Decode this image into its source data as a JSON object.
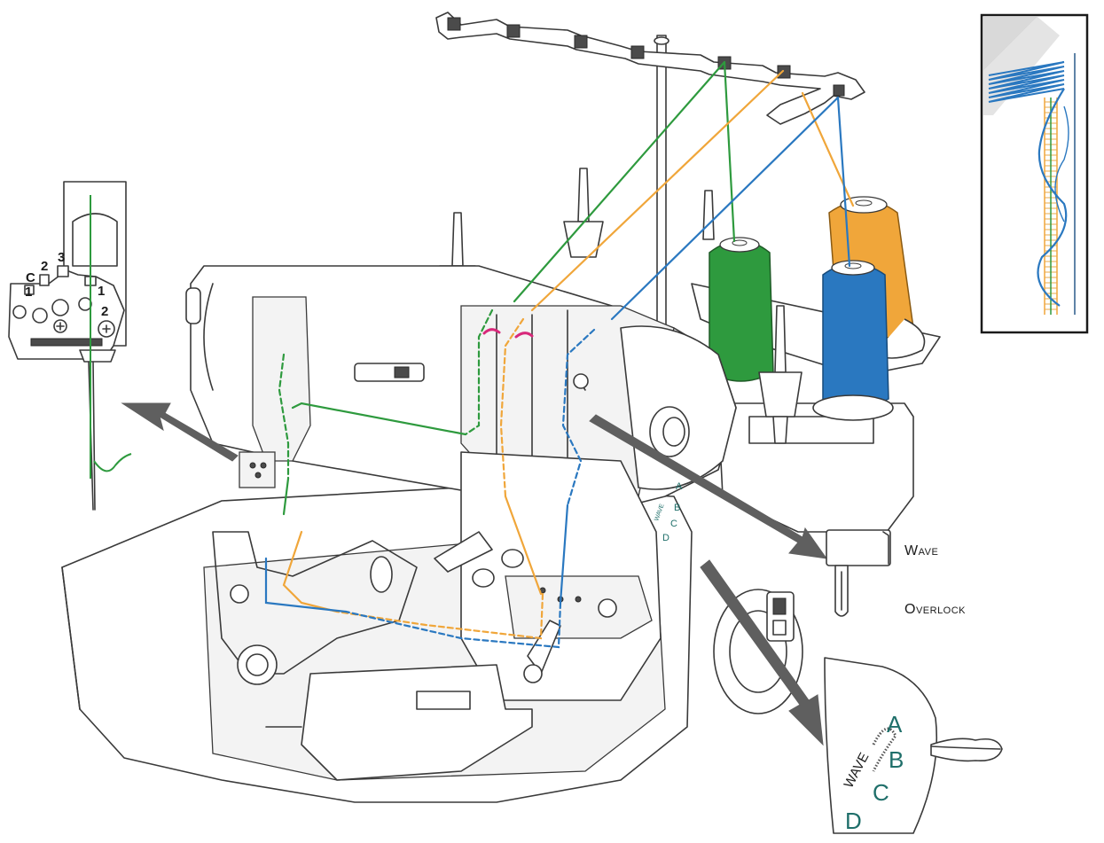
{
  "labels": {
    "wave": "Wave",
    "overlock": "Overlock",
    "dial_wave": "WAVE",
    "dial_positions": [
      "A",
      "B",
      "C",
      "D"
    ],
    "side_dial_positions": [
      "A",
      "B",
      "C",
      "D"
    ],
    "side_dial_wave": "WAVE",
    "needle_plate_left": [
      "C",
      "2",
      "3",
      "1"
    ],
    "needle_plate_right": [
      "1",
      "2"
    ]
  },
  "colors": {
    "green_thread": "#2e9a3e",
    "orange_thread": "#f0a63a",
    "blue_thread": "#2a78c0",
    "pink_mark": "#d8287a",
    "dial_text": "#1f6f6a",
    "arrow": "#5f5f5f"
  },
  "icons": {
    "stitch_sample": "wave-overlock-stitch-sample",
    "selector_lever": "wave-overlock-lever",
    "dial": "wave-dial"
  }
}
